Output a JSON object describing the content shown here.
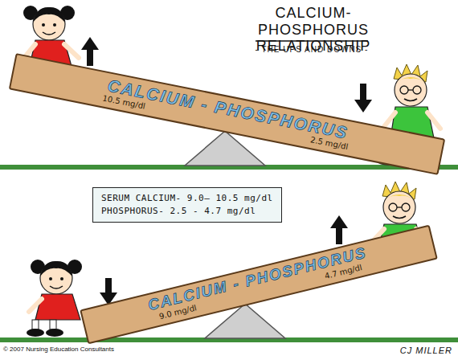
{
  "diagram": {
    "title": "CALCIUM- PHOSPHORUS RELATIONSHIP",
    "nodes": [
      {
        "text": [
          "CALCIUM - PHOSPHORUS",
          "10.5 mg/dl",
          "2.5 mg/dl"
        ]
      },
      {
        "text": [
          "SERUM CALCIUM- 9.0— 10.5 mg/dl",
          "PHOSPHORUS- 2.5 - 4.7 mg/dl"
        ]
      },
      {
        "text": [
          "CALCIUM - PHOSPHORUS",
          "9.0 mg/dl",
          "4.7 mg/dl"
        ]
      }
    ],
    "labels": [
      "- THE UPS AND DOWNS -",
      "© 2007 Nursing Education Consultants",
      "CJ MILLER"
    ]
  }
}
